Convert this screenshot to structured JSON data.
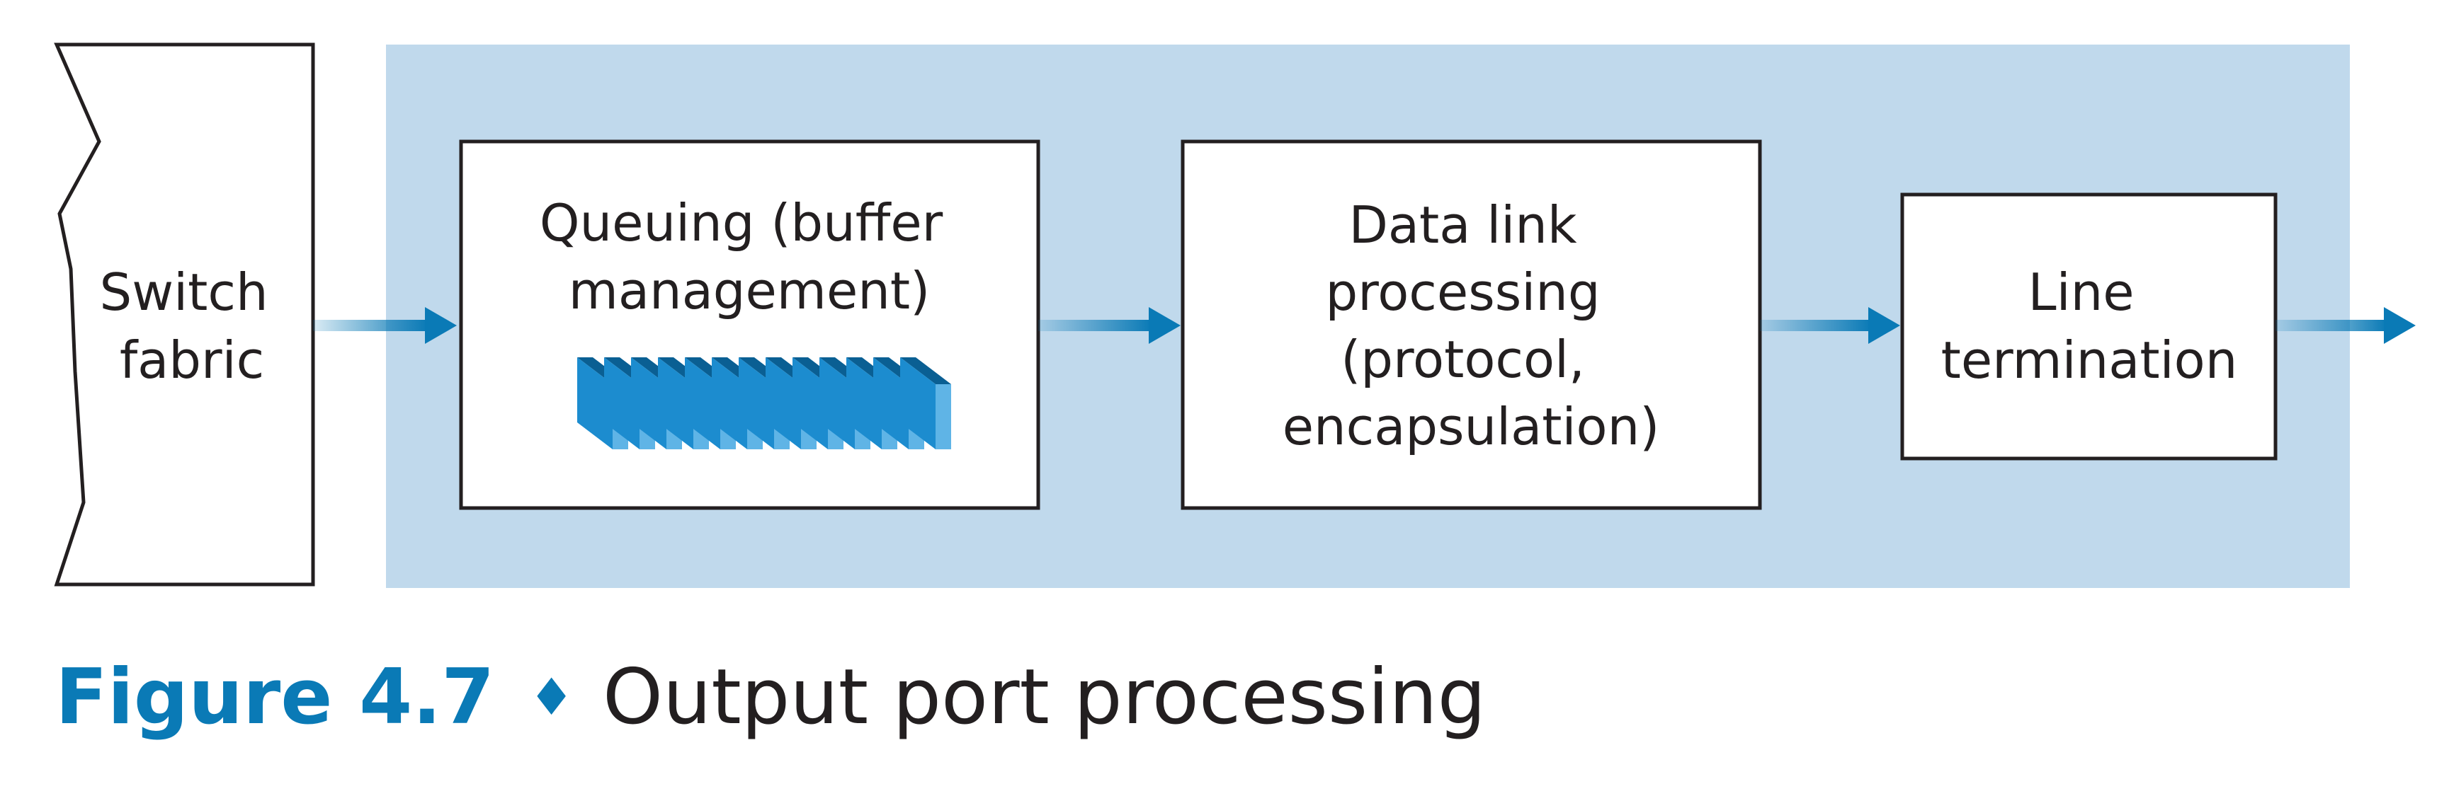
{
  "switch_fabric": {
    "lines": [
      "Switch",
      "fabric"
    ]
  },
  "queuing_box": {
    "lines": [
      "Queuing (buffer",
      "management)"
    ]
  },
  "data_link_box": {
    "lines": [
      "Data link",
      "processing",
      "(protocol,",
      "encapsulation)"
    ]
  },
  "line_termination_box": {
    "lines": [
      "Line",
      "termination"
    ]
  },
  "caption": {
    "label": "Figure 4.7",
    "separator": "♦",
    "title": "Output port processing"
  },
  "colors": {
    "panel": "#c0d9ec",
    "arrow": "#0a7ab6",
    "caption_accent": "#0a7ab6",
    "buffer_front": "#1c8ccf",
    "buffer_side": "#5fb4e6",
    "buffer_top": "#0a5f93"
  },
  "icons": {
    "buffer": "packet-buffer-icon",
    "arrow": "arrow-right-icon"
  }
}
